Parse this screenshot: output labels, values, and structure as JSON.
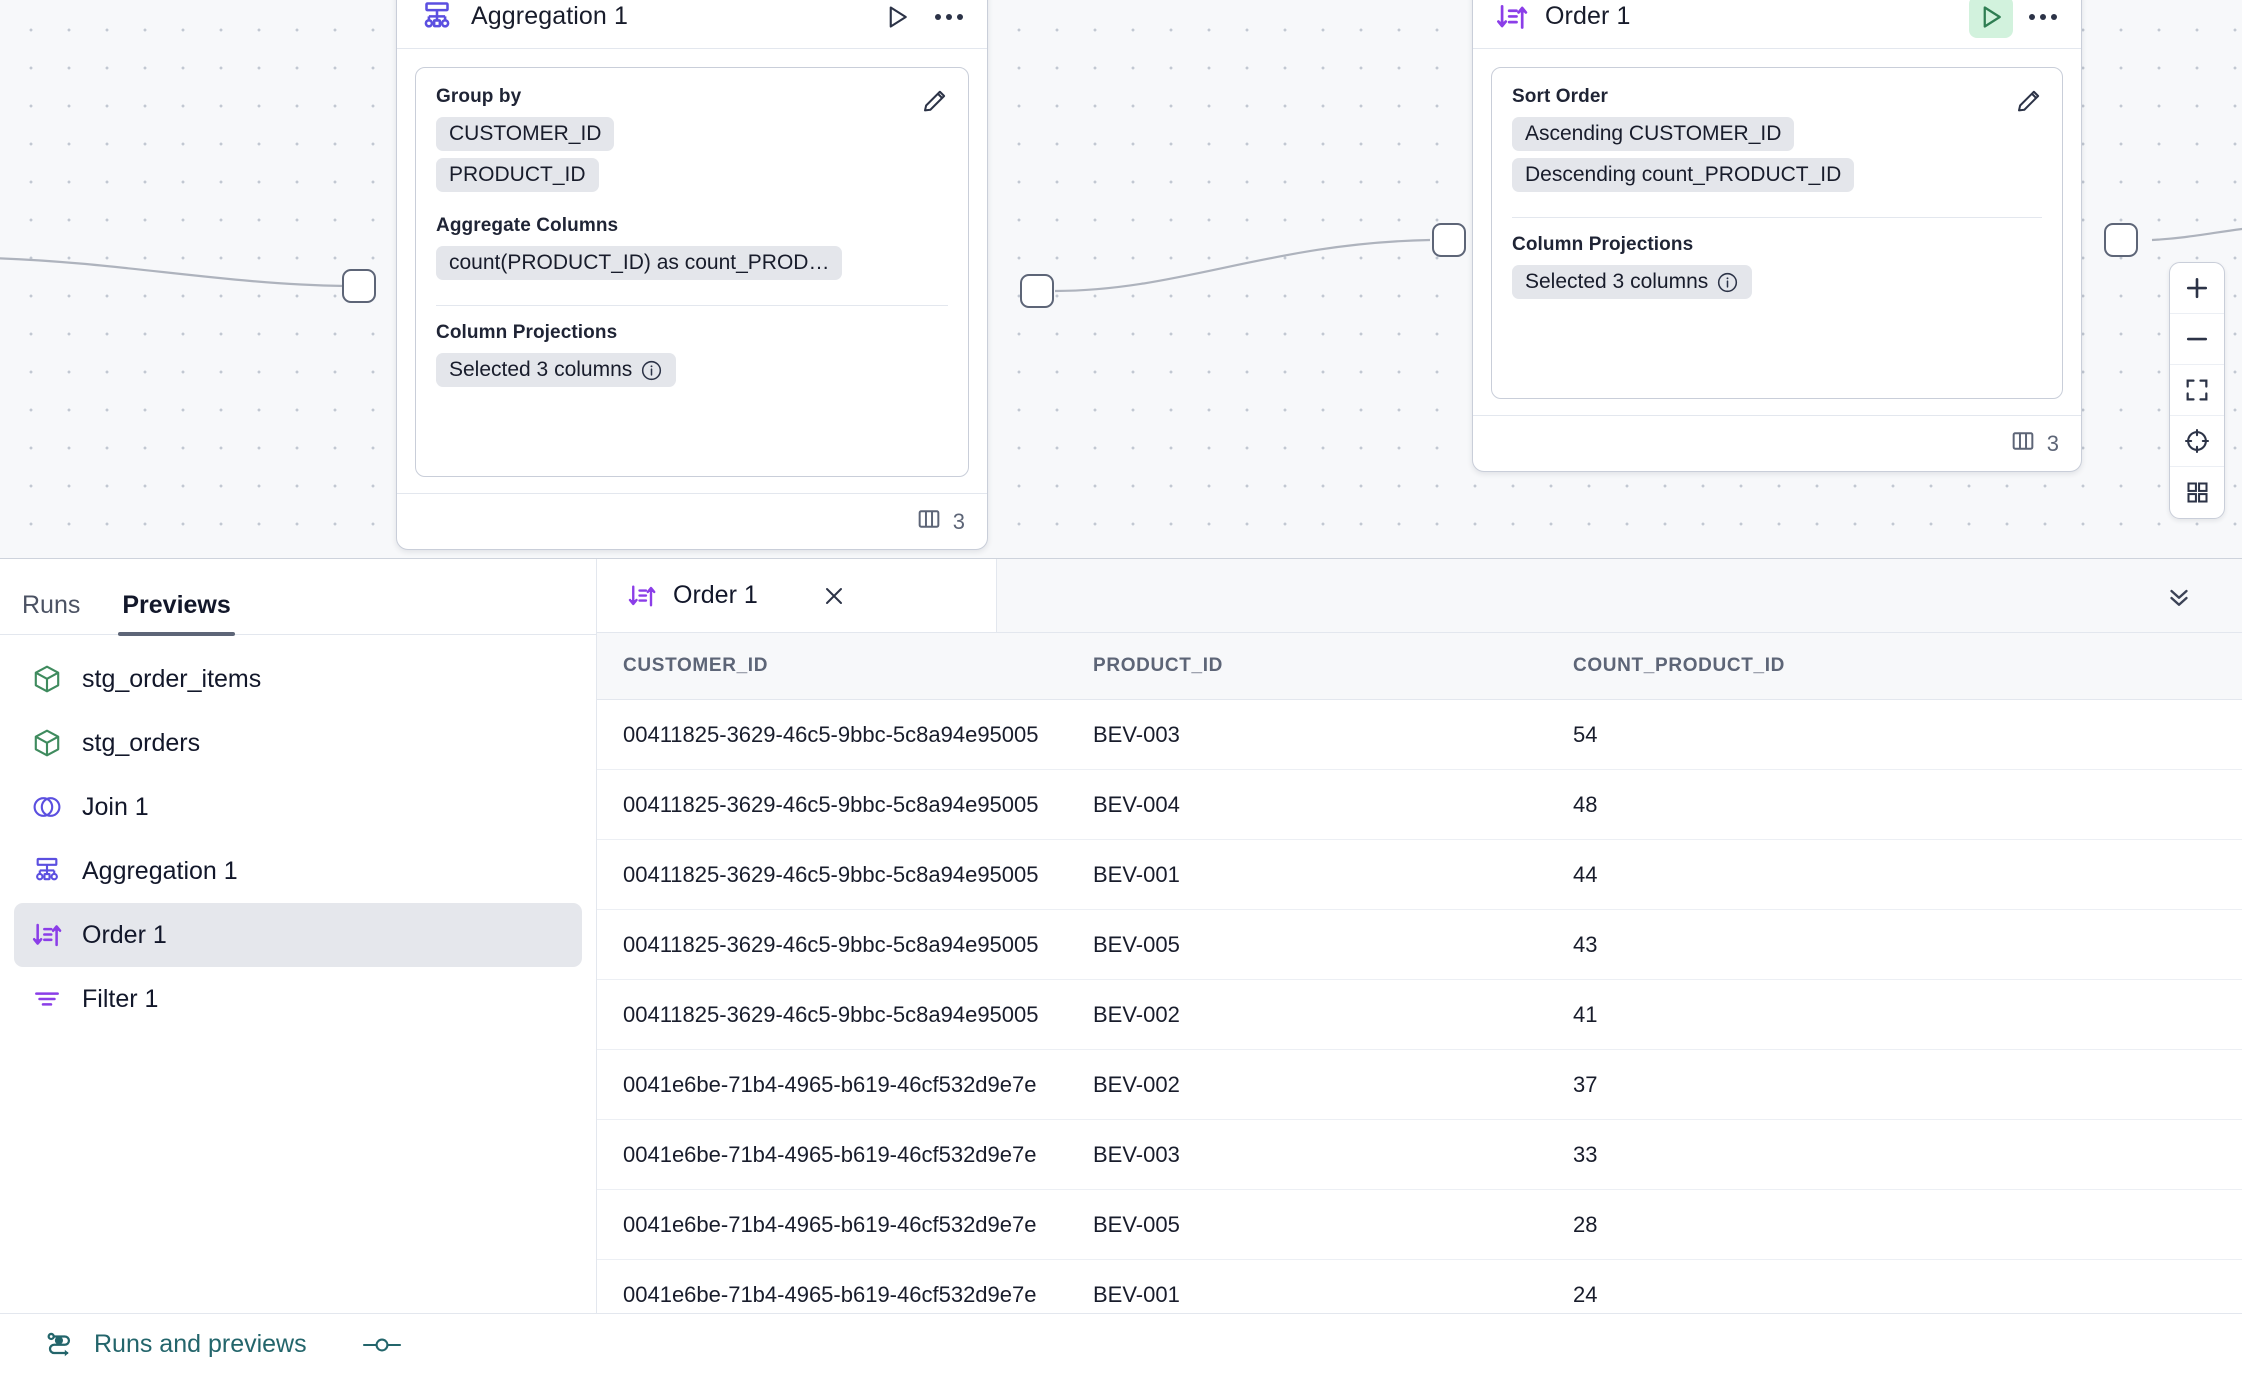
{
  "canvas": {
    "nodes": [
      {
        "id": "aggregation-1",
        "title": "Aggregation 1",
        "icon": "aggregation-icon",
        "run_state": "idle",
        "column_count": "3",
        "sections": [
          {
            "label": "Group by",
            "chips": [
              "CUSTOMER_ID",
              "PRODUCT_ID"
            ]
          },
          {
            "label": "Aggregate Columns",
            "chips": [
              "count(PRODUCT_ID) as count_PROD…"
            ]
          },
          {
            "label": "Column Projections",
            "chips": [
              "Selected 3 columns"
            ]
          }
        ]
      },
      {
        "id": "order-1",
        "title": "Order 1",
        "icon": "sort-icon",
        "run_state": "active",
        "column_count": "3",
        "sections": [
          {
            "label": "Sort Order",
            "chips": [
              "Ascending CUSTOMER_ID",
              "Descending count_PRODUCT_ID"
            ]
          },
          {
            "label": "Column Projections",
            "chips": [
              "Selected 3 columns"
            ]
          }
        ]
      }
    ],
    "zoom_toolbar": [
      {
        "name": "zoom-in-button",
        "icon": "plus-icon"
      },
      {
        "name": "zoom-out-button",
        "icon": "minus-icon"
      },
      {
        "name": "fit-view-button",
        "icon": "fit-screen-icon"
      },
      {
        "name": "center-view-button",
        "icon": "crosshair-icon"
      },
      {
        "name": "overview-button",
        "icon": "grid-icon"
      }
    ]
  },
  "bottom_panel": {
    "tabs": [
      {
        "label": "Runs",
        "active": false
      },
      {
        "label": "Previews",
        "active": true
      }
    ],
    "nav_items": [
      {
        "label": "stg_order_items",
        "icon": "cube-icon",
        "selected": false
      },
      {
        "label": "stg_orders",
        "icon": "cube-icon",
        "selected": false
      },
      {
        "label": "Join 1",
        "icon": "join-icon",
        "selected": false
      },
      {
        "label": "Aggregation 1",
        "icon": "aggregation-icon",
        "selected": false
      },
      {
        "label": "Order 1",
        "icon": "sort-icon",
        "selected": true
      },
      {
        "label": "Filter 1",
        "icon": "filter-icon",
        "selected": false
      }
    ],
    "preview": {
      "tab_label": "Order 1",
      "tab_icon": "sort-icon",
      "close_icon": "close-icon",
      "collapse_icon": "double-chevron-down-icon",
      "columns": [
        "CUSTOMER_ID",
        "PRODUCT_ID",
        "COUNT_PRODUCT_ID"
      ],
      "rows": [
        [
          "00411825-3629-46c5-9bbc-5c8a94e95005",
          "BEV-003",
          "54"
        ],
        [
          "00411825-3629-46c5-9bbc-5c8a94e95005",
          "BEV-004",
          "48"
        ],
        [
          "00411825-3629-46c5-9bbc-5c8a94e95005",
          "BEV-001",
          "44"
        ],
        [
          "00411825-3629-46c5-9bbc-5c8a94e95005",
          "BEV-005",
          "43"
        ],
        [
          "00411825-3629-46c5-9bbc-5c8a94e95005",
          "BEV-002",
          "41"
        ],
        [
          "0041e6be-71b4-4965-b619-46cf532d9e7e",
          "BEV-002",
          "37"
        ],
        [
          "0041e6be-71b4-4965-b619-46cf532d9e7e",
          "BEV-003",
          "33"
        ],
        [
          "0041e6be-71b4-4965-b619-46cf532d9e7e",
          "BEV-005",
          "28"
        ],
        [
          "0041e6be-71b4-4965-b619-46cf532d9e7e",
          "BEV-001",
          "24"
        ]
      ]
    }
  },
  "footer": {
    "link_label": "Runs and previews",
    "link_icon": "runs-previews-icon",
    "toggle_icon": "slider-handle-icon"
  },
  "colors": {
    "accent_purple": "#5b4fe0",
    "sort_purple": "#8b3ee8",
    "cube_green": "#3f8b5e",
    "run_green": "#2f7d52",
    "run_green_bg": "#d2f2dd",
    "teal": "#23656b",
    "canvas_bg": "#f7f8fa"
  }
}
